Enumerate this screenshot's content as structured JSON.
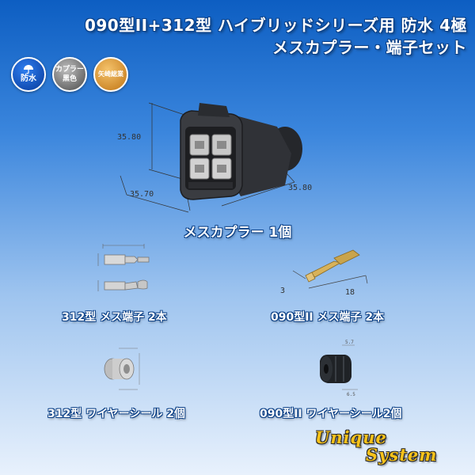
{
  "header": {
    "title_line1": "090型II+312型 ハイブリッドシリーズ用 防水 4極",
    "title_line2": "メスカプラー・端子セット"
  },
  "badges": {
    "waterproof": "防水",
    "color_line1": "カプラー",
    "color_line2": "黒色",
    "maker": "矢崎総業"
  },
  "housing": {
    "label": "メスカプラー 1個",
    "dim_height": "35.80",
    "dim_width": "35.70",
    "dim_depth": "35.80"
  },
  "terminal_312": {
    "label": "312型 メス端子 2本"
  },
  "terminal_090": {
    "label": "090型II メス端子 2本",
    "dim_length": "18",
    "dim_height": "3"
  },
  "seal_312": {
    "label": "312型 ワイヤーシール 2個"
  },
  "seal_090": {
    "label": "090型II ワイヤーシール2個",
    "dim_top": "5.7",
    "dim_bottom": "6.5"
  },
  "logo": {
    "line1": "Unique",
    "line2": "System"
  },
  "colors": {
    "background_top": "#0d5ec2",
    "background_bottom": "#e8f1fc",
    "logo": "#f7c21a",
    "connector": "#2b2d31"
  }
}
